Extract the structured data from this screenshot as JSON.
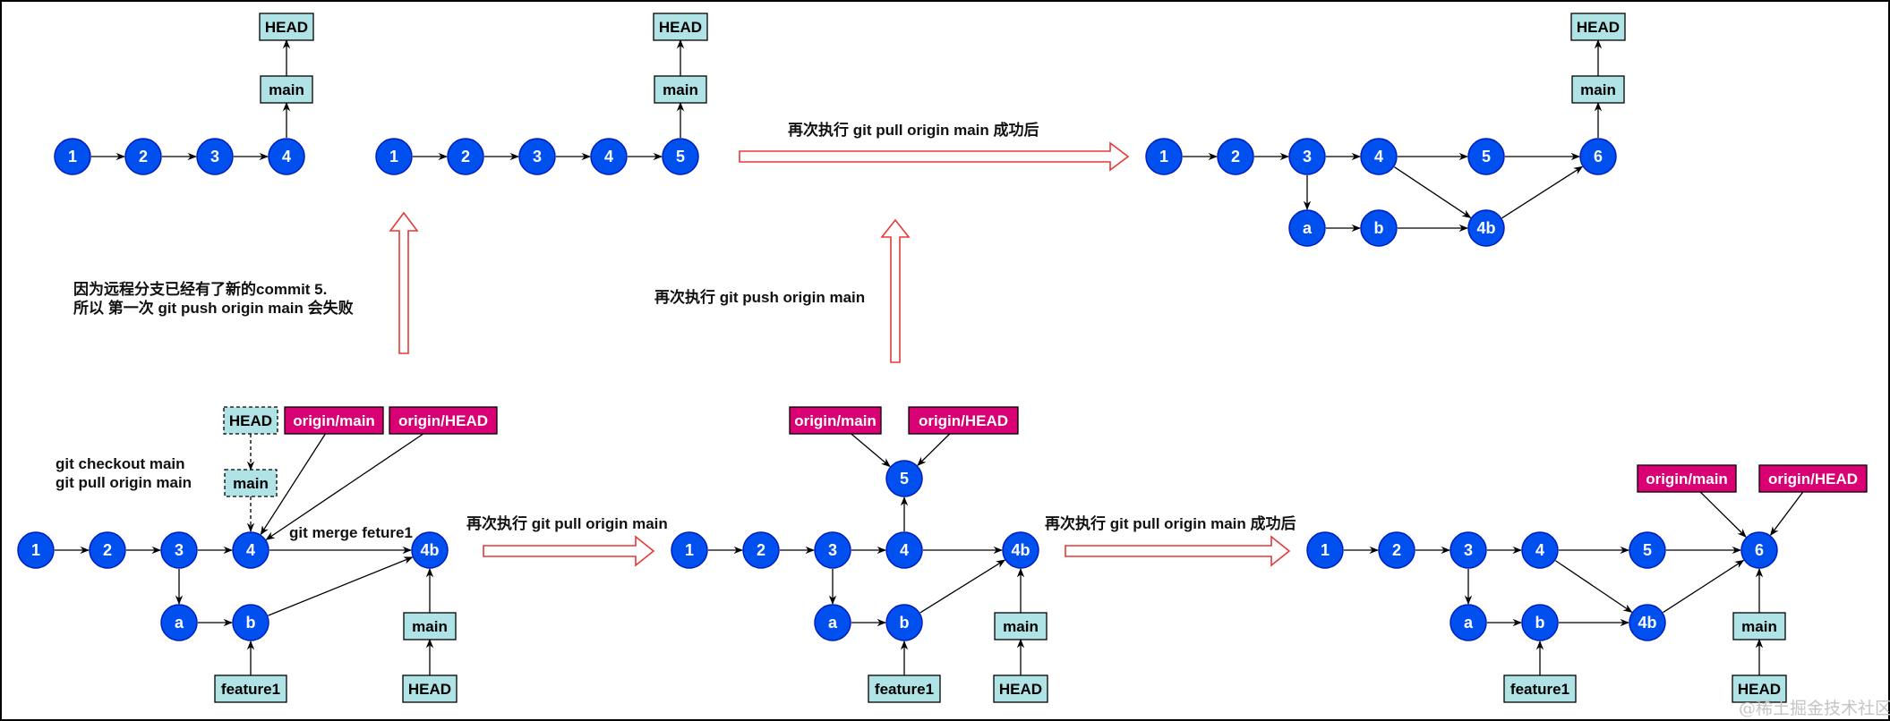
{
  "diagram": {
    "title": "git push / pull / merge commit graph walkthrough",
    "colors": {
      "commit_fill": "#0050ef",
      "local_ref_fill": "#b0e3e6",
      "remote_ref_fill": "#d80073",
      "transition_arrow_stroke": "#e53935"
    },
    "panels": [
      {
        "id": "top-left",
        "commits": [
          "1",
          "2",
          "3",
          "4"
        ],
        "refs": [
          {
            "label": "main",
            "kind": "local",
            "points_to": "4"
          },
          {
            "label": "HEAD",
            "kind": "local",
            "points_to": "main"
          }
        ]
      },
      {
        "id": "top-middle",
        "commits": [
          "1",
          "2",
          "3",
          "4",
          "5"
        ],
        "refs": [
          {
            "label": "main",
            "kind": "local",
            "points_to": "5"
          },
          {
            "label": "HEAD",
            "kind": "local",
            "points_to": "main"
          }
        ]
      },
      {
        "id": "top-right",
        "commits": [
          "1",
          "2",
          "3",
          "4",
          "5",
          "6",
          "a",
          "b",
          "4b"
        ],
        "refs": [
          {
            "label": "main",
            "kind": "local",
            "points_to": "6"
          },
          {
            "label": "HEAD",
            "kind": "local",
            "points_to": "main"
          }
        ]
      },
      {
        "id": "bottom-left",
        "commits": [
          "1",
          "2",
          "3",
          "4",
          "4b",
          "a",
          "b"
        ],
        "refs": [
          {
            "label": "HEAD",
            "kind": "dashed",
            "points_to": "main"
          },
          {
            "label": "main",
            "kind": "dashed",
            "points_to": "4"
          },
          {
            "label": "origin/main",
            "kind": "remote",
            "points_to": "4"
          },
          {
            "label": "origin/HEAD",
            "kind": "remote",
            "points_to": "4"
          },
          {
            "label": "feature1",
            "kind": "local",
            "points_to": "b"
          },
          {
            "label": "main",
            "kind": "local",
            "points_to": "4b"
          },
          {
            "label": "HEAD",
            "kind": "local",
            "points_to": "main"
          }
        ],
        "annotations": [
          "git checkout main",
          "git pull origin main",
          "git merge feture1"
        ]
      },
      {
        "id": "bottom-middle",
        "commits": [
          "1",
          "2",
          "3",
          "4",
          "5",
          "4b",
          "a",
          "b"
        ],
        "refs": [
          {
            "label": "origin/main",
            "kind": "remote",
            "points_to": "5"
          },
          {
            "label": "origin/HEAD",
            "kind": "remote",
            "points_to": "5"
          },
          {
            "label": "feature1",
            "kind": "local",
            "points_to": "b"
          },
          {
            "label": "main",
            "kind": "local",
            "points_to": "4b"
          },
          {
            "label": "HEAD",
            "kind": "local",
            "points_to": "main"
          }
        ]
      },
      {
        "id": "bottom-right",
        "commits": [
          "1",
          "2",
          "3",
          "4",
          "5",
          "6",
          "a",
          "b",
          "4b"
        ],
        "refs": [
          {
            "label": "origin/main",
            "kind": "remote",
            "points_to": "6"
          },
          {
            "label": "origin/HEAD",
            "kind": "remote",
            "points_to": "6"
          },
          {
            "label": "feature1",
            "kind": "local",
            "points_to": "b"
          },
          {
            "label": "main",
            "kind": "local",
            "points_to": "6"
          },
          {
            "label": "HEAD",
            "kind": "local",
            "points_to": "main"
          }
        ]
      }
    ],
    "captions": {
      "pull_success_top": "再次执行 git pull origin main 成功后",
      "push_fail_line1": "因为远程分支已经有了新的commit 5.",
      "push_fail_line2": "所以 第一次 git push origin main 会失败",
      "push_again": "再次执行 git push origin main",
      "checkout_line1": "git checkout main",
      "checkout_line2": "git pull origin main",
      "merge": "git merge feture1",
      "pull_again": "再次执行 git pull origin main",
      "pull_success_bottom": "再次执行 git pull origin main 成功后"
    },
    "watermark": "@稀土掘金技术社区"
  }
}
